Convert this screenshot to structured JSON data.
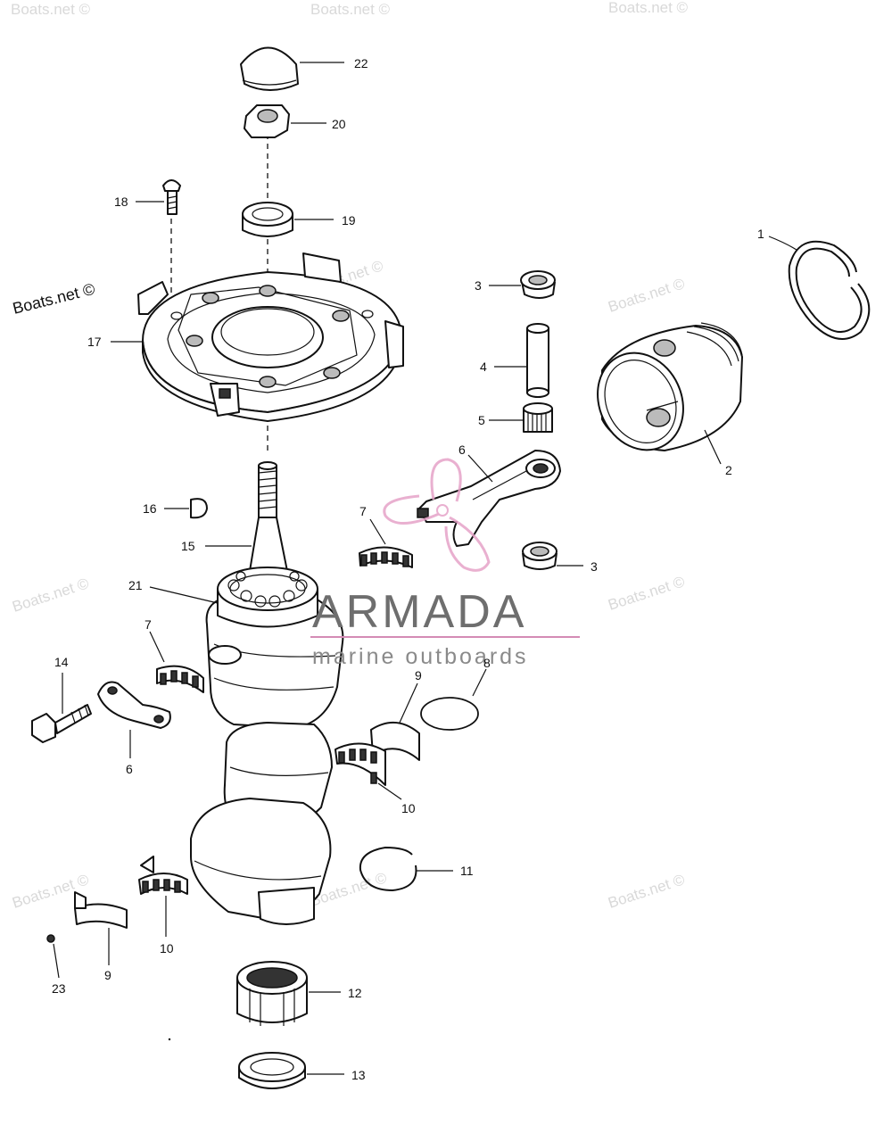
{
  "watermarks": {
    "boats_net": "Boats.net ©",
    "armada_name": "ARMADA",
    "armada_tagline": "marine outboards"
  },
  "callouts": [
    {
      "id": "22"
    },
    {
      "id": "20"
    },
    {
      "id": "18"
    },
    {
      "id": "19"
    },
    {
      "id": "17"
    },
    {
      "id": "1"
    },
    {
      "id": "3"
    },
    {
      "id": "4"
    },
    {
      "id": "5"
    },
    {
      "id": "2"
    },
    {
      "id": "6"
    },
    {
      "id": "16"
    },
    {
      "id": "15"
    },
    {
      "id": "7"
    },
    {
      "id": "21"
    },
    {
      "id": "14"
    },
    {
      "id": "8"
    },
    {
      "id": "9"
    },
    {
      "id": "10"
    },
    {
      "id": "11"
    },
    {
      "id": "12"
    },
    {
      "id": "13"
    },
    {
      "id": "23"
    }
  ],
  "colors": {
    "line": "#111111",
    "watermark": "#d9d9d9",
    "brand_text": "#6e6e6e",
    "brand_accent": "#e6a3c8",
    "brand_rule": "#d48bb5"
  }
}
